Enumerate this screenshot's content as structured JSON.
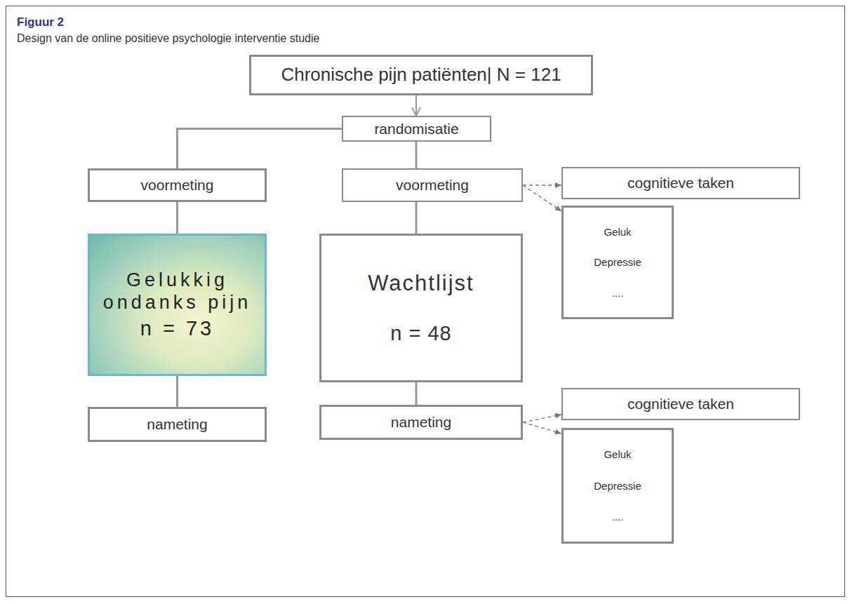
{
  "diagram": {
    "title": "Figuur 2",
    "caption": "Design van de online positieve psychologie interventie studie",
    "nodes": [
      {
        "text": [
          "Chronische pijn patiënten| N = 121"
        ]
      },
      {
        "text": [
          "randomisatie"
        ]
      },
      {
        "text": [
          "voormeting"
        ]
      },
      {
        "text": [
          "voormeting"
        ]
      },
      {
        "text": [
          "cognitieve taken"
        ]
      },
      {
        "text": [
          "Geluk",
          "Depressie",
          "...."
        ]
      },
      {
        "text": [
          "Gelukkig ondanks pijn",
          "n = 73"
        ]
      },
      {
        "text": [
          "Wachtlijst",
          "n = 48"
        ]
      },
      {
        "text": [
          "nameting"
        ]
      },
      {
        "text": [
          "nameting"
        ]
      },
      {
        "text": [
          "cognitieve taken"
        ]
      },
      {
        "text": [
          "Geluk",
          "Depressie",
          "...."
        ]
      }
    ],
    "edges": [
      {
        "from": 0,
        "to": 1,
        "arrow": "to"
      },
      {
        "from": 1,
        "to": 2,
        "arrow": "none"
      },
      {
        "from": 1,
        "to": 3,
        "arrow": "none"
      },
      {
        "from": 3,
        "to": 4,
        "arrow": "to"
      },
      {
        "from": 3,
        "to": 5,
        "arrow": "to"
      },
      {
        "from": 2,
        "to": 6,
        "arrow": "none"
      },
      {
        "from": 6,
        "to": 8,
        "arrow": "none"
      },
      {
        "from": 3,
        "to": 7,
        "arrow": "none"
      },
      {
        "from": 7,
        "to": 9,
        "arrow": "none"
      },
      {
        "from": 9,
        "to": 10,
        "arrow": "to"
      },
      {
        "from": 9,
        "to": 11,
        "arrow": "to"
      }
    ]
  }
}
